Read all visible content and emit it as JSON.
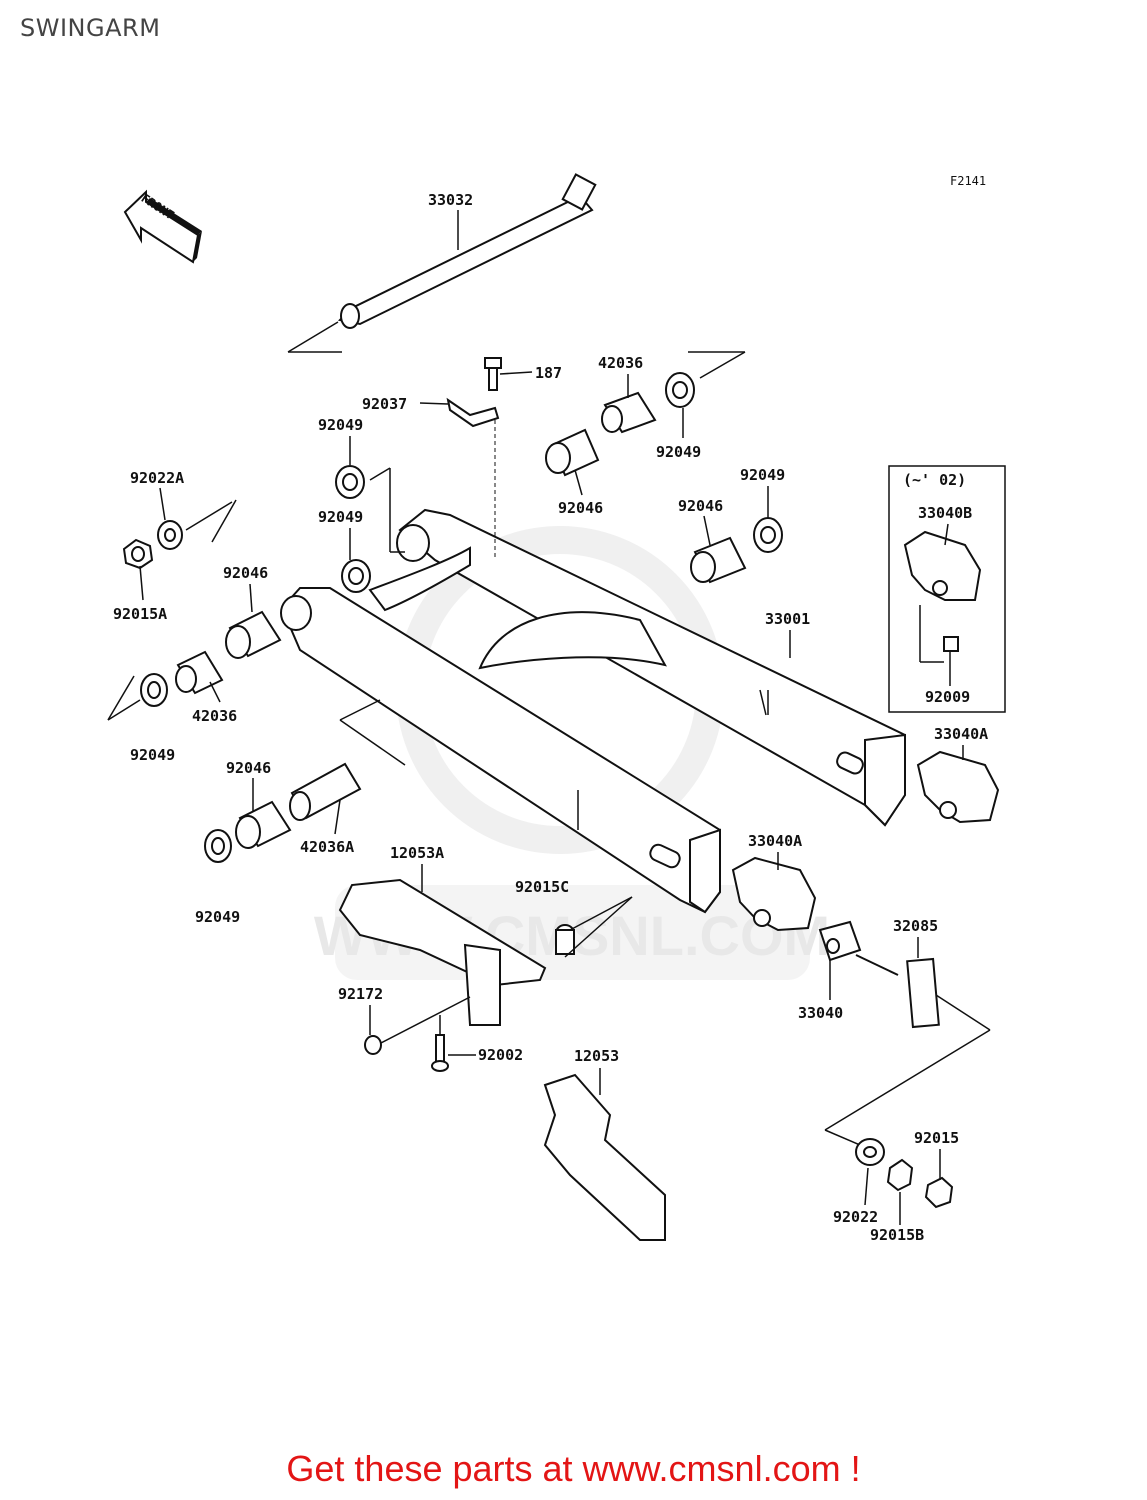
{
  "title": "SWINGARM",
  "figure_code": "F2141",
  "front_label": "FRONT",
  "variant_note": "(~' 02)",
  "watermark": "WWW.CMSNL.COM",
  "promo_text": "Get these parts at www.cmsnl.com !",
  "colors": {
    "promo": "#e31515",
    "line": "#111111",
    "watermark": "#e4e4e4"
  },
  "parts": [
    {
      "id": "p33032",
      "number": "33032"
    },
    {
      "id": "p187",
      "number": "187"
    },
    {
      "id": "p42036_top",
      "number": "42036"
    },
    {
      "id": "p92037",
      "number": "92037"
    },
    {
      "id": "p92049_a",
      "number": "92049"
    },
    {
      "id": "p92049_b",
      "number": "92049"
    },
    {
      "id": "p92049_c",
      "number": "92049"
    },
    {
      "id": "p92049_d",
      "number": "92049"
    },
    {
      "id": "p92049_e",
      "number": "92049"
    },
    {
      "id": "p92049_f",
      "number": "92049"
    },
    {
      "id": "p92046_a",
      "number": "92046"
    },
    {
      "id": "p92046_b",
      "number": "92046"
    },
    {
      "id": "p92046_c",
      "number": "92046"
    },
    {
      "id": "p92046_d",
      "number": "92046"
    },
    {
      "id": "p92022A",
      "number": "92022A"
    },
    {
      "id": "p92015A",
      "number": "92015A"
    },
    {
      "id": "p42036_left",
      "number": "42036"
    },
    {
      "id": "p42036A",
      "number": "42036A"
    },
    {
      "id": "p33040B",
      "number": "33040B"
    },
    {
      "id": "p92009",
      "number": "92009"
    },
    {
      "id": "p33001",
      "number": "33001"
    },
    {
      "id": "p33040A_a",
      "number": "33040A"
    },
    {
      "id": "p33040A_b",
      "number": "33040A"
    },
    {
      "id": "p12053A",
      "number": "12053A"
    },
    {
      "id": "p92015C",
      "number": "92015C"
    },
    {
      "id": "p32085",
      "number": "32085"
    },
    {
      "id": "p33040",
      "number": "33040"
    },
    {
      "id": "p92172",
      "number": "92172"
    },
    {
      "id": "p92002",
      "number": "92002"
    },
    {
      "id": "p12053",
      "number": "12053"
    },
    {
      "id": "p92015",
      "number": "92015"
    },
    {
      "id": "p92022",
      "number": "92022"
    },
    {
      "id": "p92015B",
      "number": "92015B"
    }
  ]
}
